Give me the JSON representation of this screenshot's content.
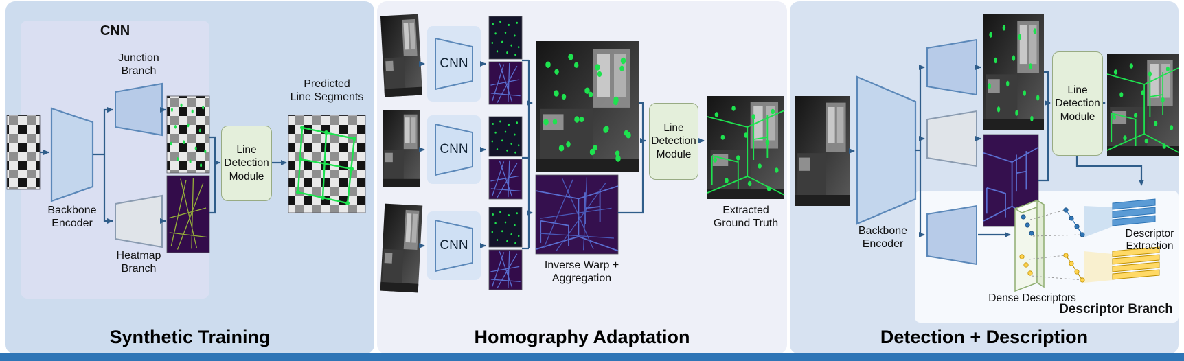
{
  "synthetic": {
    "title": "Synthetic Training",
    "cnn_label": "CNN",
    "junction_branch_label": "Junction\nBranch",
    "backbone_encoder_label": "Backbone\nEncoder",
    "heatmap_branch_label": "Heatmap\nBranch",
    "line_detection_module_label": "Line\nDetection\nModule",
    "predicted_label": "Predicted\nLine Segments"
  },
  "homography": {
    "title": "Homography Adaptation",
    "cnn_labels": [
      "CNN",
      "CNN",
      "CNN"
    ],
    "inverse_warp_label": "Inverse Warp +\nAggregation",
    "line_detection_module_label": "Line\nDetection\nModule",
    "extracted_label": "Extracted\nGround Truth"
  },
  "detection": {
    "title": "Detection + Description",
    "backbone_encoder_label": "Backbone\nEncoder",
    "line_detection_module_label": "Line\nDetection\nModule",
    "dense_descriptors_label": "Dense Descriptors",
    "descriptor_extraction_label": "Descriptor\nExtraction",
    "descriptor_branch_label": "Descriptor Branch"
  },
  "colors": {
    "arrow": "#2f5d8a",
    "panel_synthetic_bg": "#cddcee",
    "panel_homography_bg": "#eef0f8",
    "panel_detection_bg": "#d7e2f1",
    "module_green": "#e4efdb",
    "trapezoid_blue": "#b7cbe8",
    "trapezoid_gray": "#e0e4e9",
    "heatmap_purple": "#330c4a",
    "detected_line_green": "#1ee24f",
    "descriptor_blue": "#5b9bd5",
    "descriptor_yellow": "#ffd966",
    "bottom_bar": "#2e75b6"
  }
}
